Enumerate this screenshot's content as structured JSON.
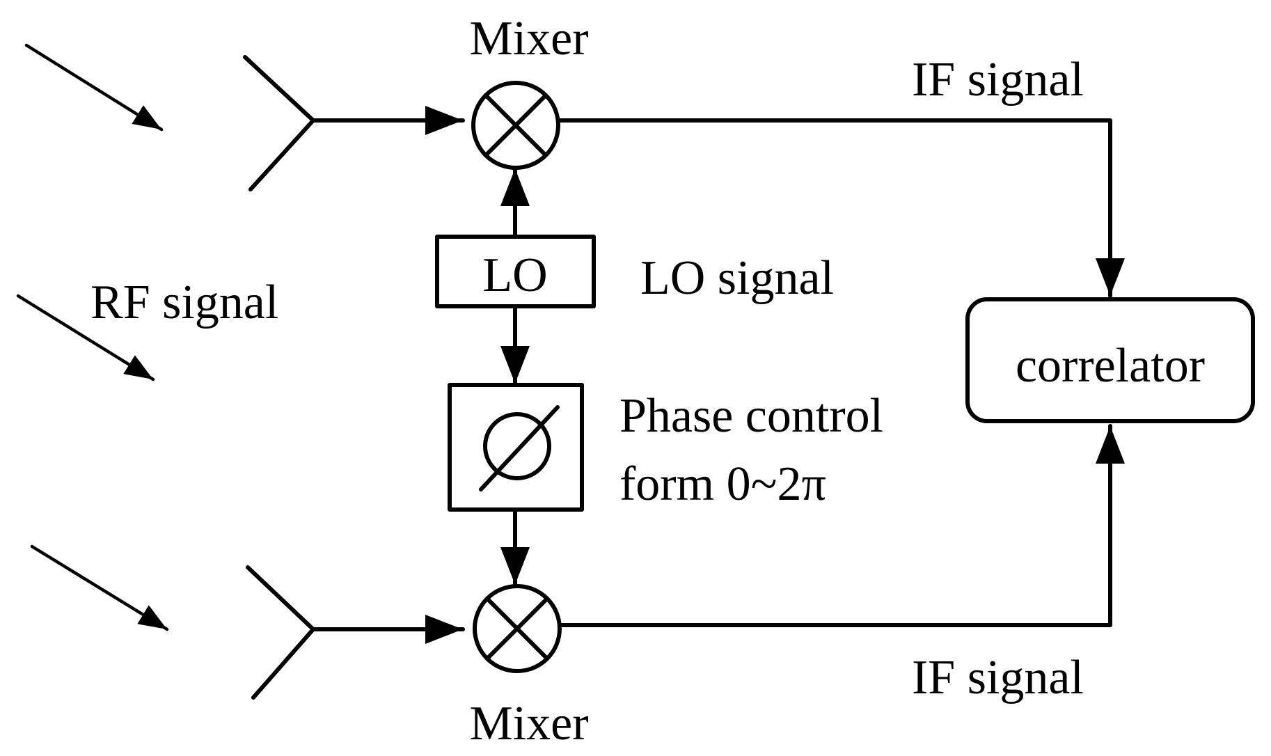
{
  "labels": {
    "mixer_top": "Mixer",
    "mixer_bottom": "Mixer",
    "if_signal_top": "IF signal",
    "if_signal_bottom": "IF signal",
    "lo_box": "LO",
    "lo_signal": "LO signal",
    "rf_signal": "RF signal",
    "correlator": "correlator",
    "phase_control_line1": "Phase control",
    "phase_control_line2": "form 0~2π"
  },
  "colors": {
    "ink": "#000000",
    "background": "#ffffff"
  },
  "icons": {
    "mixer": "circle-cross-icon",
    "phase_shifter": "empty-set-phase-icon",
    "antenna": "antenna-icon"
  }
}
